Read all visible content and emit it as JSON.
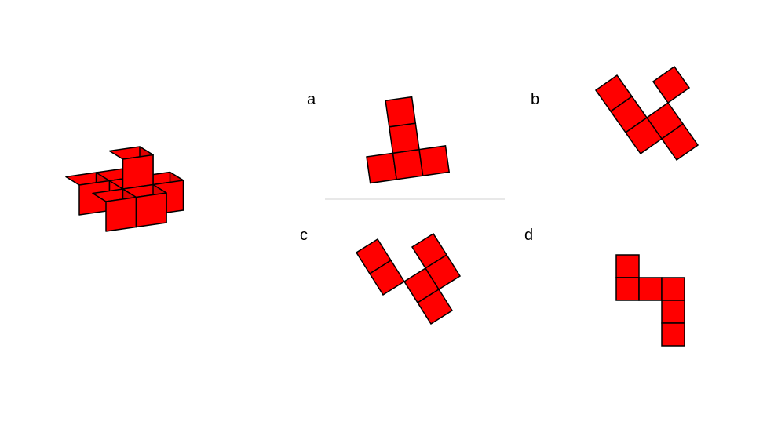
{
  "options": [
    {
      "id": "a",
      "label": "a"
    },
    {
      "id": "b",
      "label": "b"
    },
    {
      "id": "c",
      "label": "c"
    },
    {
      "id": "d",
      "label": "d"
    }
  ],
  "colors": {
    "face_front": "#ff0000",
    "face_top": "#ff0000",
    "face_side": "#e00000",
    "outline": "#000000",
    "divider": "#d0d0d0"
  }
}
